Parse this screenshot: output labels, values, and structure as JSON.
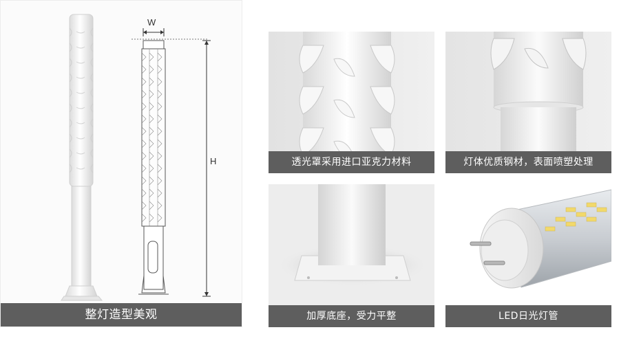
{
  "main": {
    "caption": "整灯造型美观",
    "dim_w": "W",
    "dim_h": "H"
  },
  "details": [
    {
      "caption": "透光罩采用进口亚克力材料"
    },
    {
      "caption": "灯体优质钢材，表面喷塑处理"
    },
    {
      "caption": "加厚底座，受力平整"
    },
    {
      "caption": "LED日光灯管"
    }
  ],
  "colors": {
    "caption_bg": "#5e5e5e",
    "pole_white": "#f4f4f4",
    "panel_bg": "#e9e9e9"
  }
}
